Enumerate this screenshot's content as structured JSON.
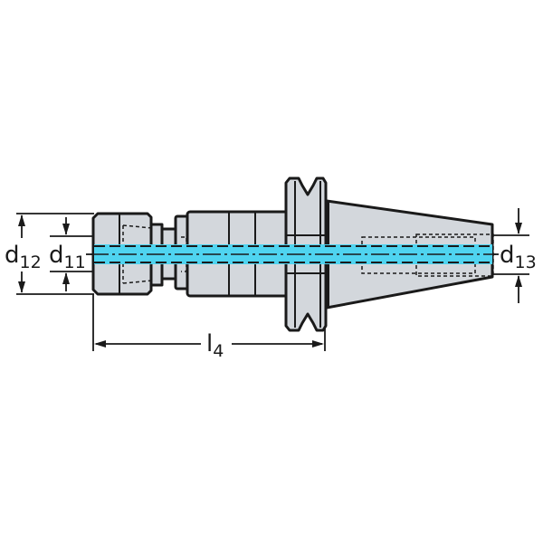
{
  "labels": {
    "d12": {
      "main": "d",
      "sub": "12"
    },
    "d11": {
      "main": "d",
      "sub": "11"
    },
    "d13": {
      "main": "d",
      "sub": "13"
    },
    "l4": {
      "main": "l",
      "sub": "4"
    }
  },
  "colors": {
    "body": "#d3d7dc",
    "outline": "#1a1a1a",
    "coolant": "#4fd4f0",
    "background": "#ffffff"
  }
}
